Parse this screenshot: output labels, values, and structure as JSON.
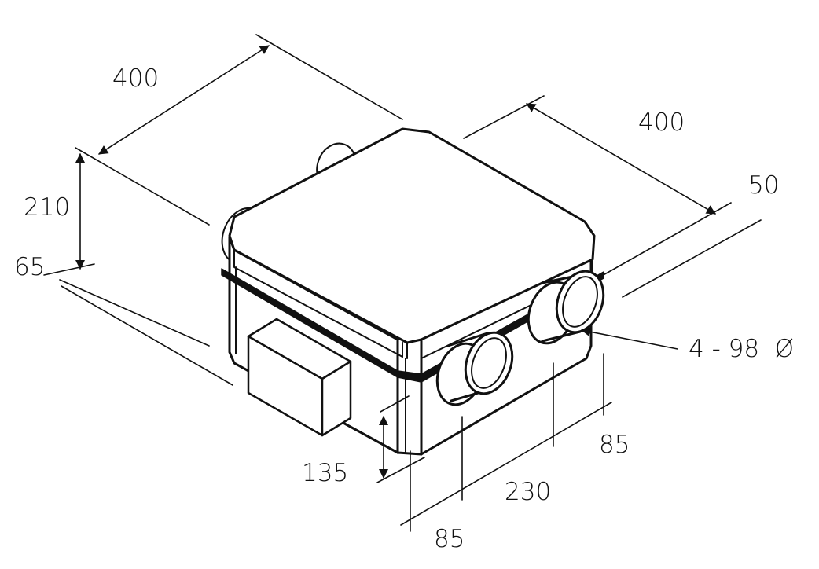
{
  "diagram": {
    "colors": {
      "stroke": "#111111",
      "background": "#ffffff",
      "fill": "#ffffff"
    },
    "dimensions": {
      "top_left_length": "400",
      "top_right_length": "400",
      "height": "210",
      "base_offset": "65",
      "flange": "50",
      "spigot_height": "135",
      "spigot_spacing": "230",
      "spigot_edge_right": "85",
      "spigot_edge_left": "85",
      "spigots": "4 - 98  Ø"
    }
  }
}
